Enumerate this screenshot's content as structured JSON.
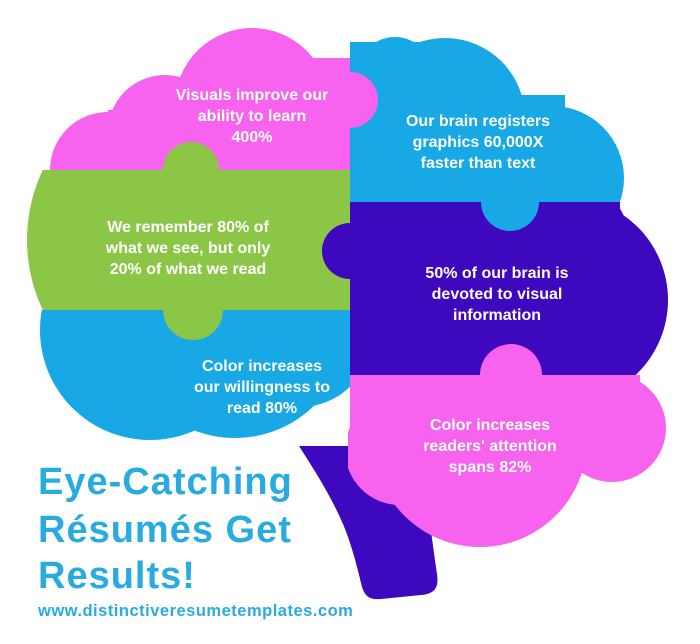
{
  "infographic": {
    "title_lines": [
      "Eye-Catching",
      "Résumés Get",
      "Results!"
    ],
    "website": "www.distinctiveresumetemplates.com",
    "pieces": [
      {
        "id": "visuals-learning",
        "color_name": "pink",
        "lines": [
          "Visuals improve our",
          "ability to learn",
          "400%"
        ]
      },
      {
        "id": "brain-registers-graphics",
        "color_name": "blue",
        "lines": [
          "Our brain registers",
          "graphics 60,000X",
          "faster than text"
        ]
      },
      {
        "id": "remember-what-we-see",
        "color_name": "green",
        "lines": [
          "We remember 80% of",
          "what we see, but only",
          "20% of what we read"
        ]
      },
      {
        "id": "brain-devoted-visual",
        "color_name": "purple",
        "lines": [
          "50% of our brain is",
          "devoted to visual",
          "information"
        ]
      },
      {
        "id": "color-willingness-read",
        "color_name": "blue",
        "lines": [
          "Color increases",
          "our willingness to",
          "read 80%"
        ]
      },
      {
        "id": "color-attention-spans",
        "color_name": "pink",
        "lines": [
          "Color increases",
          "readers' attention",
          "spans 82%"
        ]
      }
    ]
  },
  "colors": {
    "pink": "#F763EE",
    "blue": "#18A8E6",
    "green": "#8CC646",
    "purple": "#3E08BE",
    "title_blue": "#29ABE2",
    "text_white": "#FFFFFF"
  }
}
